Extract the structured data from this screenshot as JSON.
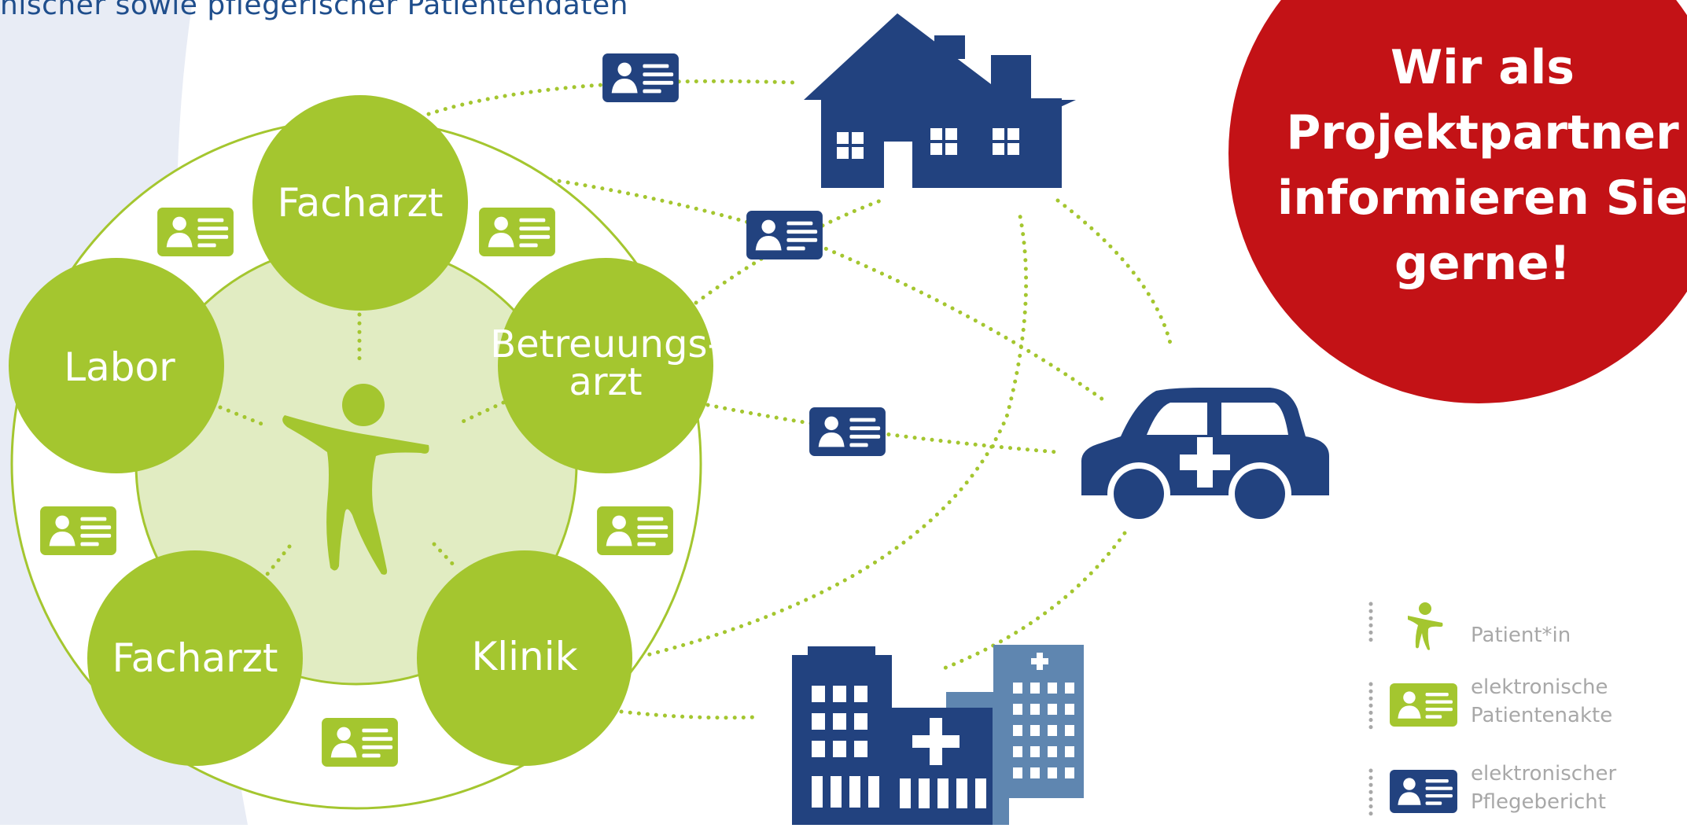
{
  "header": {
    "subtitle": "nischer sowie pflegerischer Patientendaten"
  },
  "center": {
    "icon": "patient-figure-icon"
  },
  "nodes": {
    "facharzt_top": "Facharzt",
    "labor": "Labor",
    "betreuungsarzt_line1": "Betreuungs-",
    "betreuungsarzt_line2": "arzt",
    "facharzt_bottom": "Facharzt",
    "klinik": "Klinik"
  },
  "callout": {
    "lines": [
      "Wir als",
      "Projektpartner",
      "informieren Sie",
      "gerne!"
    ]
  },
  "icons": {
    "home": "house-icon",
    "ambulance": "ambulance-car-icon",
    "hospital": "hospital-building-icon",
    "green_record": "green-record-card-icon",
    "blue_record": "blue-record-card-icon"
  },
  "legend": {
    "patient": "Patient*in",
    "epa_line1": "elektronische",
    "epa_line2": "Patientenakte",
    "pflege_line1": "elektronischer",
    "pflege_line2": "Pflegebericht"
  },
  "colors": {
    "green": "#a4c62f",
    "green_light": "#e1ecc2",
    "navy": "#22427f",
    "steel_blue": "#5f86b0",
    "red": "#c31216",
    "bg_left": "#e8ecf5",
    "legend_text": "#a8a8a8"
  }
}
